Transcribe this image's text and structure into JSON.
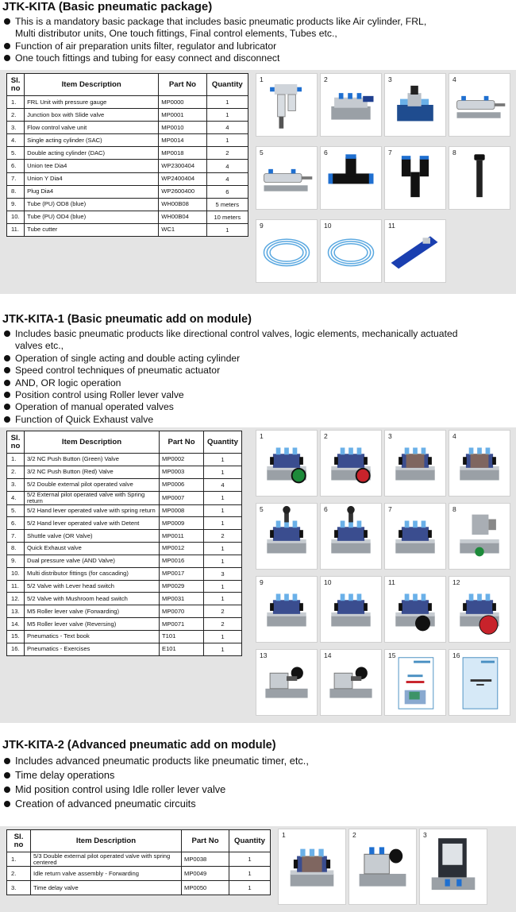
{
  "sections": [
    {
      "title": "JTK-KITA (Basic pneumatic package)",
      "bullets": [
        "This is a mandatory basic package that includes basic pneumatic products like Air cylinder, FRL, Multi distributor units, One touch fittings, Final control elements, Tubes etc.,",
        "Function of air preparation units filter, regulator and lubricator",
        "One touch fittings and tubing for easy connect and disconnect"
      ],
      "headers": [
        "Sl. no",
        "Item Description",
        "Part No",
        "Quantity"
      ],
      "rows": [
        [
          "1.",
          "FRL Unit with pressure gauge",
          "MP0000",
          "1"
        ],
        [
          "2.",
          "Junction box with Slide valve",
          "MP0001",
          "1"
        ],
        [
          "3.",
          "Flow control valve unit",
          "MP0010",
          "4"
        ],
        [
          "4.",
          "Single acting cylinder (SAC)",
          "MP0014",
          "1"
        ],
        [
          "5.",
          "Double acting cylinder (DAC)",
          "MP0018",
          "2"
        ],
        [
          "6.",
          "Union tee Dia4",
          "WP2300404",
          "4"
        ],
        [
          "7.",
          "Union Y Dia4",
          "WP2400404",
          "4"
        ],
        [
          "8.",
          "Plug Dia4",
          "WP2600400",
          "6"
        ],
        [
          "9.",
          "Tube (PU) OD8 (blue)",
          "WH00B08",
          "5 meters"
        ],
        [
          "10.",
          "Tube (PU) OD4 (blue)",
          "WH00B04",
          "10 meters"
        ],
        [
          "11.",
          "Tube cutter",
          "WC1",
          "1"
        ]
      ],
      "images": [
        {
          "num": "1",
          "icon": "frl-unit-icon"
        },
        {
          "num": "2",
          "icon": "junction-box-icon"
        },
        {
          "num": "3",
          "icon": "flow-control-valve-icon"
        },
        {
          "num": "4",
          "icon": "single-acting-cylinder-icon"
        },
        {
          "num": "5",
          "icon": "double-acting-cylinder-icon"
        },
        {
          "num": "6",
          "icon": "union-tee-icon"
        },
        {
          "num": "7",
          "icon": "union-y-icon"
        },
        {
          "num": "8",
          "icon": "plug-icon"
        },
        {
          "num": "9",
          "icon": "tube-coil-icon"
        },
        {
          "num": "10",
          "icon": "tube-coil-icon"
        },
        {
          "num": "11",
          "icon": "tube-cutter-icon"
        }
      ]
    },
    {
      "title": "JTK-KITA-1 (Basic pneumatic add on module)",
      "bullets": [
        "Includes basic pneumatic products like directional control valves, logic elements, mechanically actuated valves etc.,",
        "Operation of single acting and double acting cylinder",
        "Speed control techniques of pneumatic actuator",
        "AND, OR logic operation",
        "Position control using Roller lever valve",
        "Operation of manual operated valves",
        "Function of Quick Exhaust valve"
      ],
      "headers": [
        "Sl. no",
        "Item Description",
        "Part No",
        "Quantity"
      ],
      "rows": [
        [
          "1.",
          "3/2 NC Push Button (Green) Valve",
          "MP0002",
          "1"
        ],
        [
          "2.",
          "3/2 NC Push Button (Red) Valve",
          "MP0003",
          "1"
        ],
        [
          "3.",
          "5/2 Double external pilot operated valve",
          "MP0006",
          "4"
        ],
        [
          "4.",
          "5/2 External pilot operated valve with Spring return",
          "MP0007",
          "1"
        ],
        [
          "5.",
          "5/2 Hand lever operated valve with spring return",
          "MP0008",
          "1"
        ],
        [
          "6.",
          "5/2 Hand lever operated valve with Detent",
          "MP0009",
          "1"
        ],
        [
          "7.",
          "Shuttle valve (OR Valve)",
          "MP0011",
          "2"
        ],
        [
          "8.",
          "Quick Exhaust valve",
          "MP0012",
          "1"
        ],
        [
          "9.",
          "Dual pressure valve (AND Valve)",
          "MP0016",
          "1"
        ],
        [
          "10.",
          "Multi distributor fittings (for cascading)",
          "MP0017",
          "3"
        ],
        [
          "11.",
          "5/2 Valve with Lever head switch",
          "MP0029",
          "1"
        ],
        [
          "12.",
          "5/2 Valve with Mushroom head switch",
          "MP0031",
          "1"
        ],
        [
          "13.",
          "M5 Roller lever valve (Forwarding)",
          "MP0070",
          "2"
        ],
        [
          "14.",
          "M5 Roller lever valve (Reversing)",
          "MP0071",
          "2"
        ],
        [
          "15.",
          "Pneumatics - Text book",
          "T101",
          "1"
        ],
        [
          "16.",
          "Pneumatics - Exercises",
          "E101",
          "1"
        ]
      ],
      "images": [
        {
          "num": "1",
          "icon": "push-button-green-valve-icon"
        },
        {
          "num": "2",
          "icon": "push-button-red-valve-icon"
        },
        {
          "num": "3",
          "icon": "pilot-valve-icon"
        },
        {
          "num": "4",
          "icon": "pilot-valve-icon"
        },
        {
          "num": "5",
          "icon": "hand-lever-valve-icon"
        },
        {
          "num": "6",
          "icon": "hand-lever-valve-icon"
        },
        {
          "num": "7",
          "icon": "shuttle-valve-icon"
        },
        {
          "num": "8",
          "icon": "quick-exhaust-valve-icon"
        },
        {
          "num": "9",
          "icon": "dual-pressure-valve-icon"
        },
        {
          "num": "10",
          "icon": "multi-distributor-icon"
        },
        {
          "num": "11",
          "icon": "lever-head-switch-valve-icon"
        },
        {
          "num": "12",
          "icon": "mushroom-head-switch-valve-icon"
        },
        {
          "num": "13",
          "icon": "roller-lever-valve-icon"
        },
        {
          "num": "14",
          "icon": "roller-lever-valve-icon"
        },
        {
          "num": "15",
          "icon": "text-book-icon"
        },
        {
          "num": "16",
          "icon": "exercise-book-icon"
        }
      ]
    },
    {
      "title": "JTK-KITA-2  (Advanced pneumatic add on module)",
      "bullets": [
        "Includes advanced pneumatic products like pneumatic timer, etc.,",
        "Time delay operations",
        "Mid position control using Idle roller lever valve",
        "Creation of advanced pneumatic circuits"
      ],
      "headers": [
        "Sl. no",
        "Item Description",
        "Part No",
        "Quantity"
      ],
      "rows": [
        [
          "1.",
          "5/3 Double external pilot operated valve with spring centered",
          "MP0038",
          "1"
        ],
        [
          "2.",
          "Idle return valve assembly - Forwarding",
          "MP0049",
          "1"
        ],
        [
          "3.",
          "Time delay valve",
          "MP0050",
          "1"
        ]
      ],
      "images": [
        {
          "num": "1",
          "icon": "pilot-valve-icon"
        },
        {
          "num": "2",
          "icon": "idle-return-valve-icon"
        },
        {
          "num": "3",
          "icon": "time-delay-valve-icon"
        }
      ]
    }
  ]
}
